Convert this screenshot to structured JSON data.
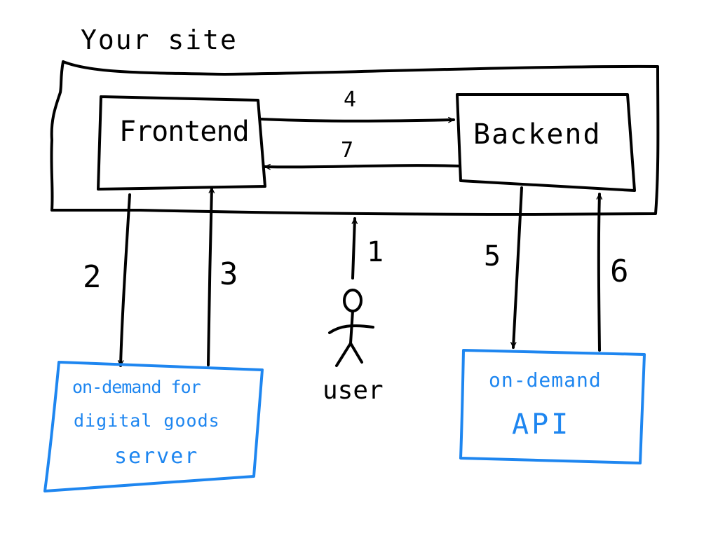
{
  "site_title": "Your site",
  "frontend_label": "Frontend",
  "backend_label": "Backend",
  "step_labels": {
    "one": "1",
    "two": "2",
    "three": "3",
    "four": "4",
    "five": "5",
    "six": "6",
    "seven": "7"
  },
  "user_label": "user",
  "digital_goods_server": {
    "line1": "on-demand for",
    "line2": "digital goods",
    "line3": "server"
  },
  "api_box": {
    "line1": "on-demand",
    "line2": "API"
  },
  "colors": {
    "ink": "#000000",
    "external_service": "#1e86f0",
    "background": "#ffffff"
  }
}
